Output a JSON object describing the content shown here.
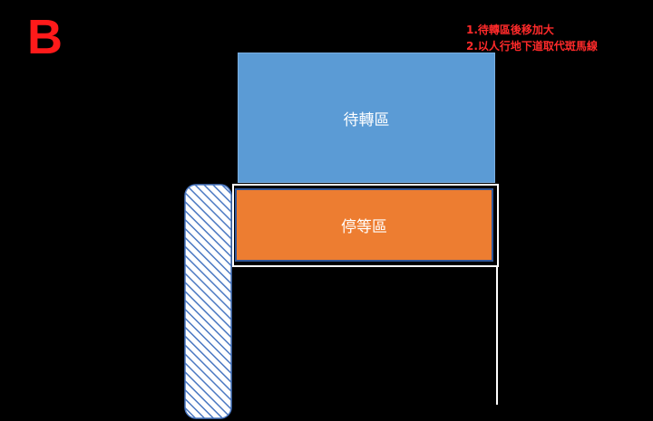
{
  "title_letter": "B",
  "notes": [
    "1.待轉區後移加大",
    "2.以人行地下道取代斑馬線"
  ],
  "blocks": {
    "waiting_zone": "待轉區",
    "stop_zone": "停等區"
  },
  "colors": {
    "background": "#000000",
    "letter": "#ff1a1a",
    "notes_text": "#ff2a2a",
    "waiting_zone_fill": "#5b9bd5",
    "stop_zone_fill": "#ed7d31",
    "stop_zone_border": "#2f5597",
    "outline": "#ffffff",
    "hatch_stroke": "#4a78c2",
    "hatch_fill": "#ffffff"
  }
}
